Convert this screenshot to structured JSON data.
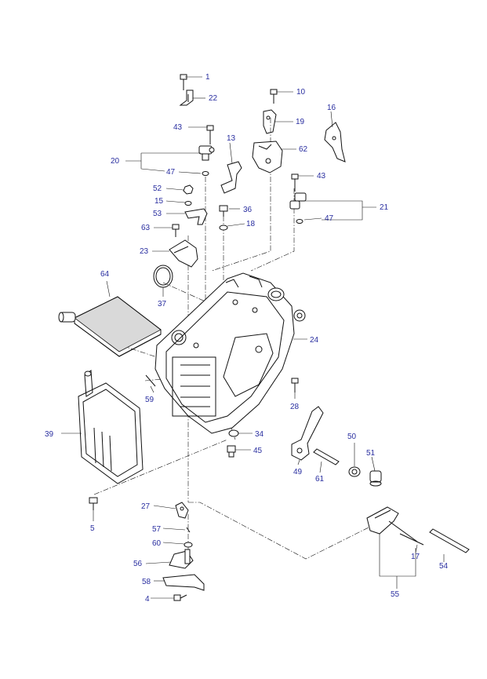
{
  "callouts": [
    {
      "id": "c1",
      "text": "1"
    },
    {
      "id": "c22",
      "text": "22"
    },
    {
      "id": "c10",
      "text": "10"
    },
    {
      "id": "c16",
      "text": "16"
    },
    {
      "id": "c43a",
      "text": "43"
    },
    {
      "id": "c19",
      "text": "19"
    },
    {
      "id": "c13",
      "text": "13"
    },
    {
      "id": "c62",
      "text": "62"
    },
    {
      "id": "c20",
      "text": "20"
    },
    {
      "id": "c47a",
      "text": "47"
    },
    {
      "id": "c43b",
      "text": "43"
    },
    {
      "id": "c52",
      "text": "52"
    },
    {
      "id": "c15",
      "text": "15"
    },
    {
      "id": "c36",
      "text": "36"
    },
    {
      "id": "c21",
      "text": "21"
    },
    {
      "id": "c53",
      "text": "53"
    },
    {
      "id": "c47b",
      "text": "47"
    },
    {
      "id": "c63",
      "text": "63"
    },
    {
      "id": "c18",
      "text": "18"
    },
    {
      "id": "c23",
      "text": "23"
    },
    {
      "id": "c64",
      "text": "64"
    },
    {
      "id": "c37",
      "text": "37"
    },
    {
      "id": "c24",
      "text": "24"
    },
    {
      "id": "c28",
      "text": "28"
    },
    {
      "id": "c59",
      "text": "59"
    },
    {
      "id": "c39",
      "text": "39"
    },
    {
      "id": "c34",
      "text": "34"
    },
    {
      "id": "c50",
      "text": "50"
    },
    {
      "id": "c45",
      "text": "45"
    },
    {
      "id": "c51",
      "text": "51"
    },
    {
      "id": "c49",
      "text": "49"
    },
    {
      "id": "c61",
      "text": "61"
    },
    {
      "id": "c5",
      "text": "5"
    },
    {
      "id": "c27",
      "text": "27"
    },
    {
      "id": "c57",
      "text": "57"
    },
    {
      "id": "c60",
      "text": "60"
    },
    {
      "id": "c17",
      "text": "17"
    },
    {
      "id": "c54",
      "text": "54"
    },
    {
      "id": "c56",
      "text": "56"
    },
    {
      "id": "c58",
      "text": "58"
    },
    {
      "id": "c55",
      "text": "55"
    },
    {
      "id": "c4",
      "text": "4"
    }
  ]
}
